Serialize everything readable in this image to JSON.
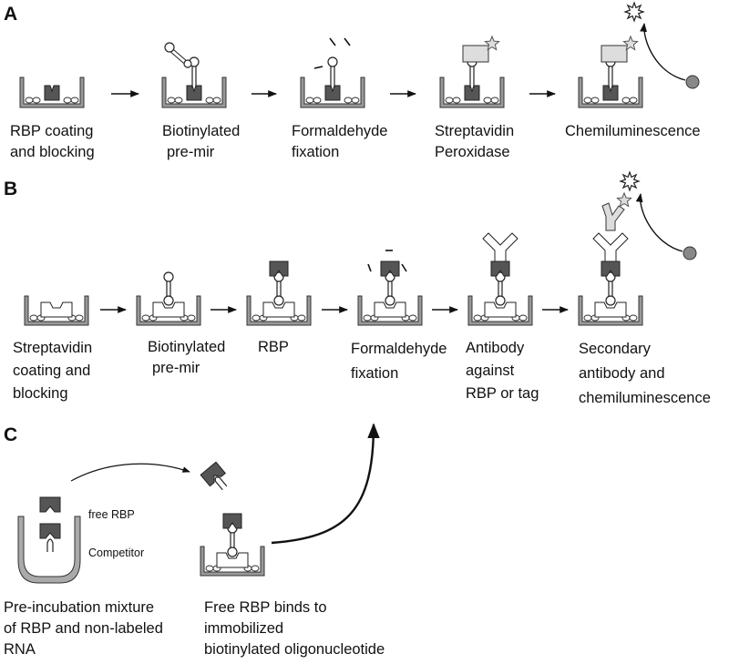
{
  "panels": {
    "A": {
      "letter": "A",
      "steps": [
        [
          "RBP coating",
          "and blocking"
        ],
        [
          "Biotinylated",
          "pre-mir"
        ],
        [
          "Formaldehyde",
          "fixation"
        ],
        [
          "Streptavidin",
          "Peroxidase"
        ],
        [
          "Chemiluminescence"
        ]
      ]
    },
    "B": {
      "letter": "B",
      "steps": [
        [
          "Streptavidin",
          "coating and",
          "blocking"
        ],
        [
          "Biotinylated",
          "pre-mir"
        ],
        [
          "RBP"
        ],
        [
          "Formaldehyde",
          "fixation"
        ],
        [
          "Antibody",
          "against",
          "RBP or tag"
        ],
        [
          "Secondary",
          "antibody and",
          "chemiluminescence"
        ]
      ]
    },
    "C": {
      "letter": "C",
      "free_rbp": "free RBP",
      "competitor": "Competitor",
      "steps": [
        [
          "Pre-incubation mixture",
          "of RBP and non-labeled",
          "RNA"
        ],
        [
          "Free RBP binds to",
          "immobilized",
          "biotinylated oligonucleotide"
        ]
      ]
    }
  },
  "colors": {
    "rbp": "#555555",
    "secondary": "#dddddd",
    "well": "#999999",
    "line": "#111111"
  }
}
